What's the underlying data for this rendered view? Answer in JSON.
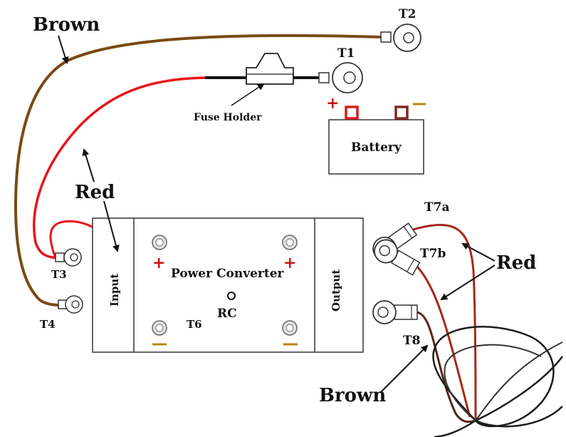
{
  "colors": {
    "red_wire": "#e8141c",
    "brown_wire": "#7a4a12",
    "dark_red_wire": "#a8281c",
    "dark_brown_wire": "#5a2418",
    "black_wire": "#222222",
    "plus_mark": "#cc1111",
    "minus_mark": "#b8860b",
    "outline": "#333333"
  },
  "labels": {
    "brown_top": "Brown",
    "brown_bottom": "Brown",
    "red_left": "Red",
    "red_right": "Red",
    "fuse_holder": "Fuse Holder",
    "battery": "Battery",
    "power_converter": "Power Converter",
    "input": "Input",
    "output": "Output",
    "rc": "RC",
    "plus": "+",
    "minus": "—"
  },
  "terminals": {
    "t1": "T1",
    "t2": "T2",
    "t3": "T3",
    "t4": "T4",
    "t6": "T6",
    "t7a": "T7a",
    "t7b": "T7b",
    "t8": "T8"
  },
  "icons": [
    "ring-terminal-icon",
    "fuse-holder-icon",
    "battery-icon",
    "screw-terminal-icon",
    "arrow-icon",
    "wire-coil-icon"
  ]
}
